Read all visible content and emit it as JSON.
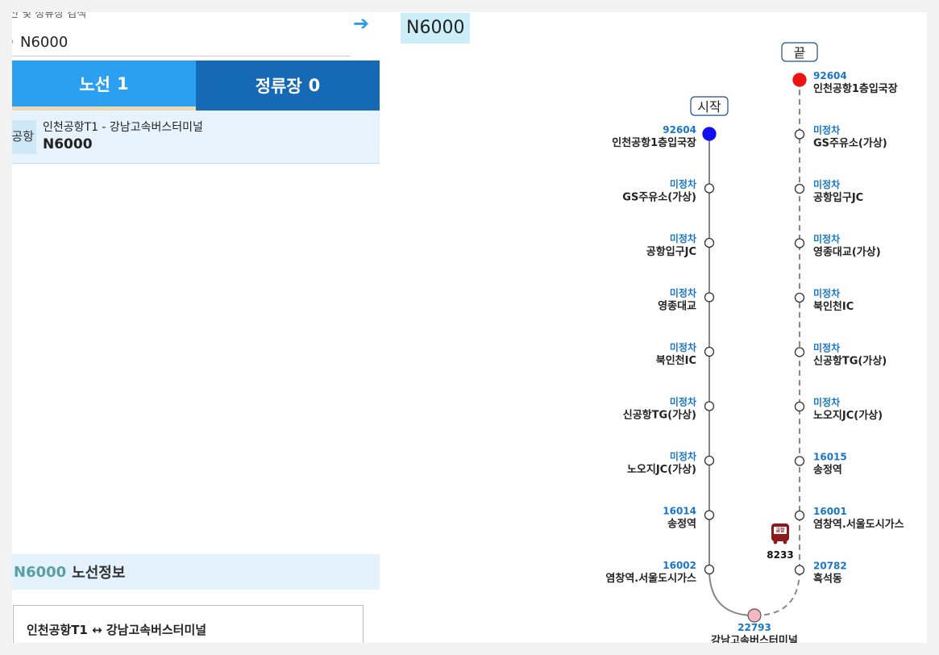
{
  "search": {
    "caption": "선 및 정류장 검색",
    "query": "N6000",
    "icon": "search-icon",
    "go_icon": "arrow-right-icon"
  },
  "tabs": {
    "route_label": "노선",
    "route_count": "1",
    "stop_label": "정류장",
    "stop_count": "0"
  },
  "result": {
    "type": "공항",
    "description": "인천공항T1 - 강남고속버스터미널",
    "number": "N6000"
  },
  "route_info": {
    "number": "N6000",
    "title": "노선정보",
    "route": "인천공항T1 ↔ 강남고속버스터미널"
  },
  "diagram": {
    "route_number": "N6000",
    "start_label": "시작",
    "end_label": "끝",
    "colors": {
      "line": "#888888",
      "start": "#1010ee",
      "end": "#ee1111",
      "turn": "#f5b8c0",
      "bus": "#8b1a1a",
      "id": "#1a76c9"
    },
    "outbound": [
      {
        "id": "92604",
        "name": "인천공항1층입국장"
      },
      {
        "id": "미정차",
        "name": "GS주유소(가상)"
      },
      {
        "id": "미정차",
        "name": "공항입구JC"
      },
      {
        "id": "미정차",
        "name": "영종대교"
      },
      {
        "id": "미정차",
        "name": "북인천IC"
      },
      {
        "id": "미정차",
        "name": "신공항TG(가상)"
      },
      {
        "id": "미정차",
        "name": "노오지JC(가상)"
      },
      {
        "id": "16014",
        "name": "송정역"
      },
      {
        "id": "16002",
        "name": "염창역.서울도시가스"
      }
    ],
    "turnaround": {
      "id": "22793",
      "name": "강남고속버스터미널"
    },
    "inbound": [
      {
        "id": "92604",
        "name": "인천공항1층입국장"
      },
      {
        "id": "미정차",
        "name": "GS주유소(가상)"
      },
      {
        "id": "미정차",
        "name": "공항입구JC"
      },
      {
        "id": "미정차",
        "name": "영종대교(가상)"
      },
      {
        "id": "미정차",
        "name": "북인천IC"
      },
      {
        "id": "미정차",
        "name": "신공항TG(가상)"
      },
      {
        "id": "미정차",
        "name": "노오지JC(가상)"
      },
      {
        "id": "16015",
        "name": "송정역"
      },
      {
        "id": "16001",
        "name": "염창역.서울도시가스"
      },
      {
        "id": "20782",
        "name": "흑석동"
      }
    ],
    "bus": {
      "icon": "bus-icon",
      "badge": "공항",
      "plate": "8233"
    }
  }
}
